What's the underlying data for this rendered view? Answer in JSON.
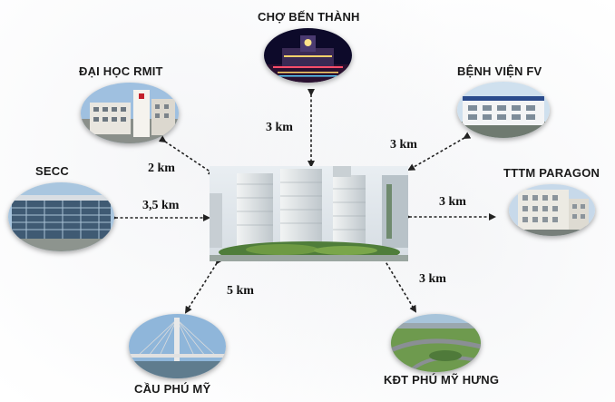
{
  "destinations": {
    "cho_ben_thanh": {
      "name": "CHỢ BẾN THÀNH",
      "distance": "3 km"
    },
    "rmit": {
      "name": "ĐẠI HỌC RMIT",
      "distance": "2 km"
    },
    "benh_vien_fv": {
      "name": "BỆNH VIỆN FV",
      "distance": "3 km"
    },
    "secc": {
      "name": "SECC",
      "distance": "3,5 km"
    },
    "paragon": {
      "name": "TTTM PARAGON",
      "distance": "3 km"
    },
    "cau_phu_my": {
      "name": "CẦU PHÚ MỸ",
      "distance": "5 km"
    },
    "phu_my_hung": {
      "name": "KĐT PHÚ MỸ HƯNG",
      "distance": "3 km"
    }
  },
  "colors": {
    "arrow": "#222222",
    "label_text": "#1a1a1a"
  }
}
